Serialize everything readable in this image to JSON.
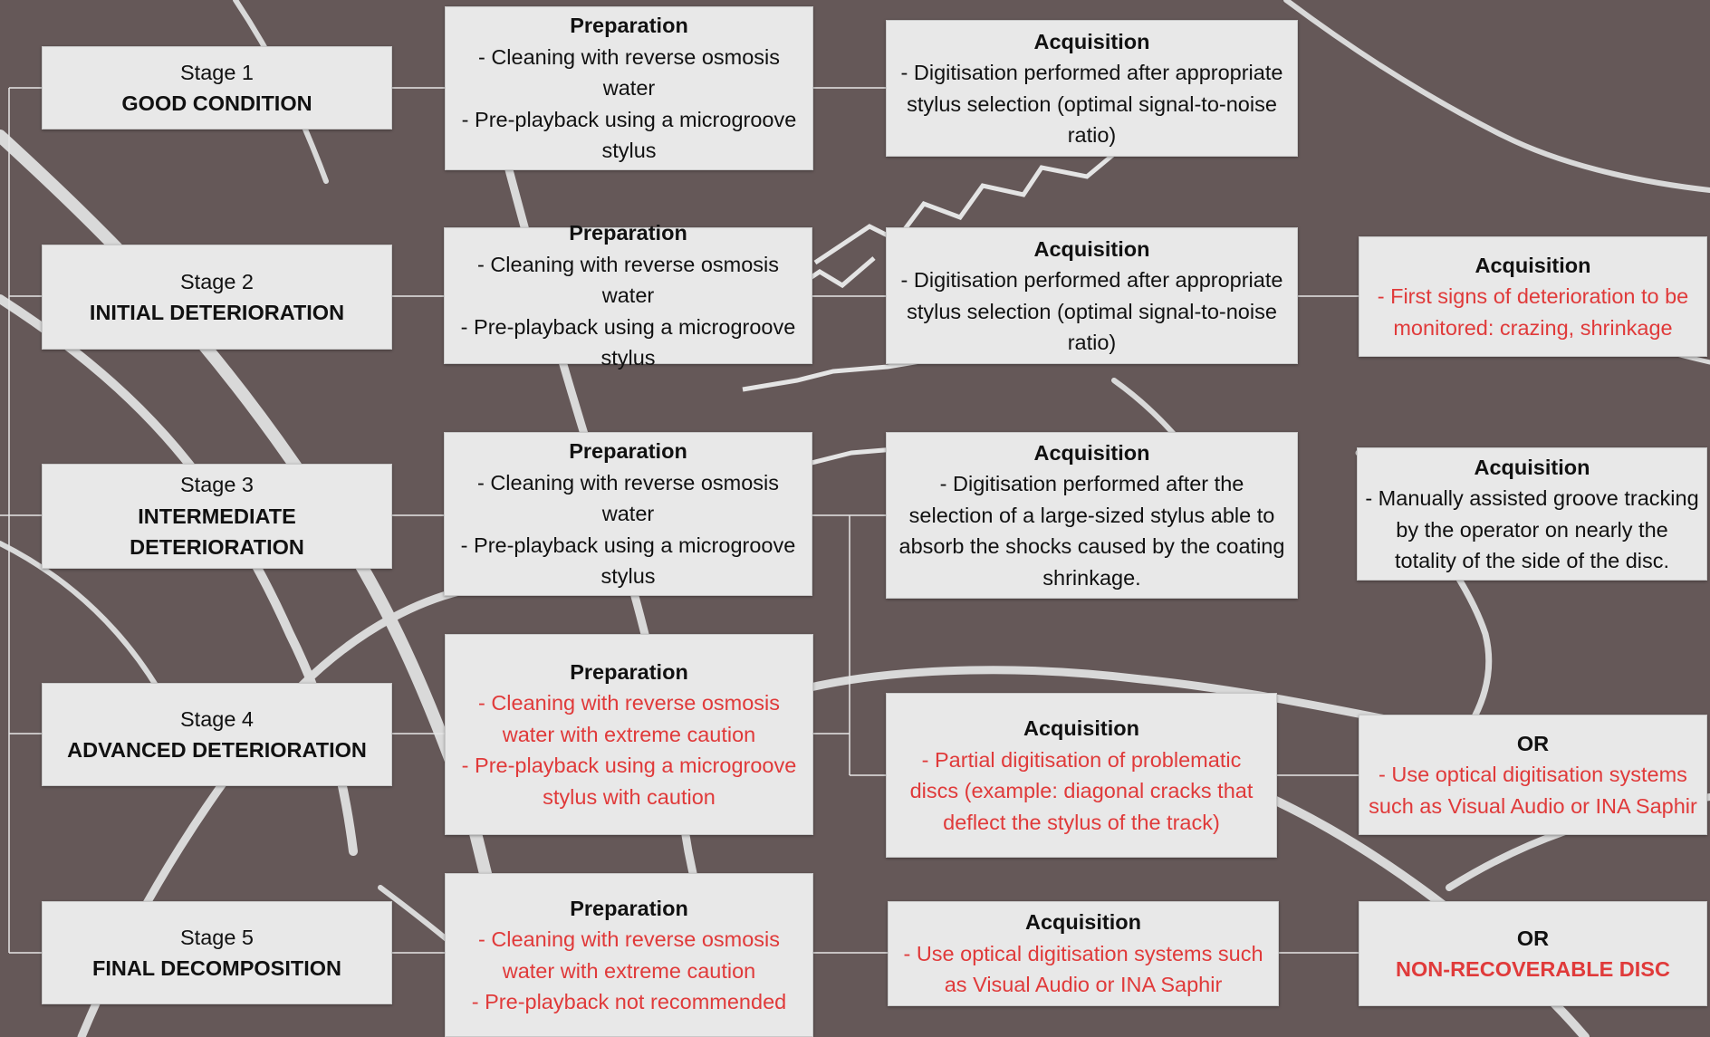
{
  "colors": {
    "background": "#6a5c5c",
    "crack": "#dcdcdc",
    "box_fill": "#e8e8e8",
    "text": "#111111",
    "warning_red": "#e03a3a",
    "connector": "#e6e6e6"
  },
  "stages": [
    {
      "label": "Stage 1",
      "name": "GOOD CONDITION"
    },
    {
      "label": "Stage 2",
      "name": "INITIAL DETERIORATION"
    },
    {
      "label": "Stage 3",
      "name": "INTERMEDIATE DETERIORATION"
    },
    {
      "label": "Stage 4",
      "name": "ADVANCED DETERIORATION"
    },
    {
      "label": "Stage 5",
      "name": "FINAL DECOMPOSITION"
    }
  ],
  "preparation": [
    {
      "title": "Preparation",
      "lines": [
        "- Cleaning with reverse osmosis water",
        "- Pre-playback using a microgroove",
        "stylus"
      ]
    },
    {
      "title": "Preparation",
      "lines": [
        "- Cleaning with reverse osmosis water",
        "- Pre-playback using a microgroove",
        "stylus"
      ]
    },
    {
      "title": "Preparation",
      "lines": [
        "- Cleaning with reverse osmosis water",
        "- Pre-playback using a microgroove",
        "stylus"
      ]
    },
    {
      "title": "Preparation",
      "lines": [
        "- Cleaning with reverse osmosis",
        "water with extreme caution",
        "- Pre-playback using a microgroove",
        "stylus with caution"
      ]
    },
    {
      "title": "Preparation",
      "lines": [
        "- Cleaning with  reverse osmosis",
        "water with extreme caution",
        "- Pre-playback not recommended"
      ]
    }
  ],
  "acquisition": [
    {
      "title": "Acquisition",
      "lines": [
        "- Digitisation performed after appropriate",
        "stylus selection (optimal signal-to-noise",
        "ratio)"
      ]
    },
    {
      "title": "Acquisition",
      "lines": [
        "- Digitisation performed after appropriate",
        "stylus selection (optimal signal-to-noise",
        "ratio)"
      ]
    },
    {
      "title": "Acquisition",
      "lines": [
        "- Digitisation performed after the",
        "selection of a large-sized stylus able to",
        "absorb the shocks caused by the coating",
        "shrinkage."
      ]
    },
    {
      "title": "Acquisition",
      "lines": [
        "- Partial digitisation of problematic",
        "discs (example: diagonal cracks that",
        "deflect the stylus of the track)"
      ]
    },
    {
      "title": "Acquisition",
      "lines": [
        "- Use optical digitisation systems such",
        "as Visual Audio or INA Saphir"
      ]
    }
  ],
  "extra": [
    {
      "title": "Acquisition",
      "lines": [
        "- First signs of deterioration to be",
        "monitored: crazing, shrinkage"
      ]
    },
    {
      "title": "Acquisition",
      "lines": [
        "- Manually assisted groove tracking",
        "by the operator on nearly the",
        "totality of the side of the disc."
      ]
    },
    {
      "title": "OR",
      "lines": [
        "- Use optical digitisation systems",
        "such as Visual Audio or INA Saphir"
      ]
    },
    {
      "title": "OR",
      "lines": [
        "NON-RECOVERABLE DISC"
      ]
    }
  ]
}
